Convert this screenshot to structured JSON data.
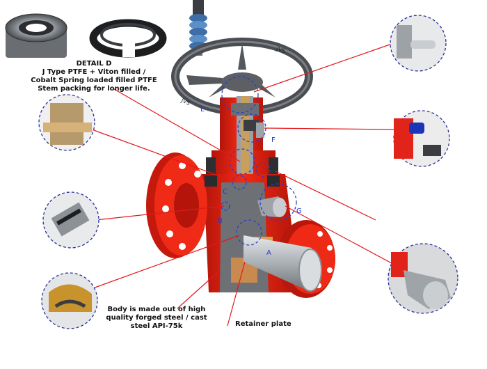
{
  "captions": {
    "detail_title": "DETAIL D",
    "detail_lines": [
      "J Type PTFE + Viton filled /",
      "Cobalt Spring loaded filled PTFE",
      "Stem packing for longer life."
    ],
    "body_lines": [
      "Body is made out of high",
      "quality forged steel / cast",
      "steel API-75k"
    ],
    "retainer": "Retainer plate"
  },
  "markers": {
    "a": "A",
    "b": "B",
    "c": "C",
    "e": "E",
    "f": "F",
    "g": "G"
  },
  "handwheel_text": {
    "left": "JVS",
    "right": "JVS"
  },
  "colors": {
    "body_red": "#e8210f",
    "dark_red": "#a41208",
    "steel": "#8e9399",
    "dark_steel": "#55595e",
    "bronze": "#c99a55",
    "leader_red": "#e3181b",
    "detail_ring_blue": "#2b3dd0",
    "callout_ring": "#2a2f9b"
  }
}
